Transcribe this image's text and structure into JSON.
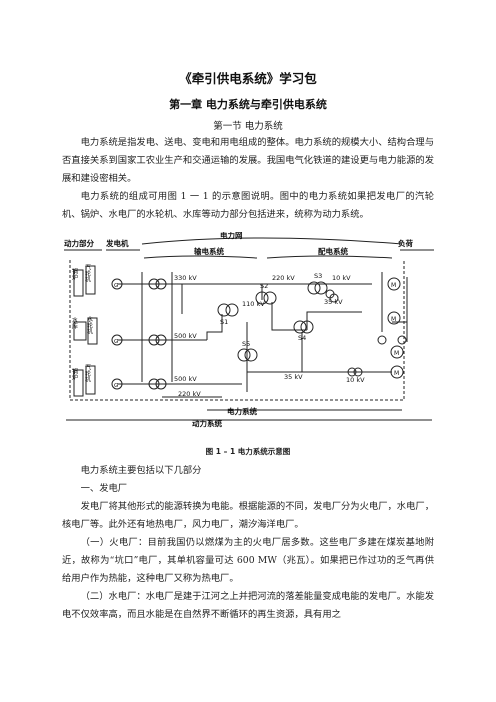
{
  "doc": {
    "title": "《牵引供电系统》学习包",
    "chapter": "第一章  电力系统与牵引供电系统",
    "section": "第一节    电力系统",
    "para1": "电力系统是指发电、送电、变电和用电组成的整体。电力系统的规模大小、结构合理与否直接关系到国家工农业生产和交通运输的发展。我国电气化铁道的建设更与电力能源的发展和建设密相关。",
    "para2": "电力系统的组成可用图 1 一 1 的示意图说明。图中的电力系统如果把发电厂的汽轮机、锅炉、水电厂的水轮机、水库等动力部分包括进来，统称为动力系统。",
    "caption": "图 1 – 1    电力系统示意图",
    "para3": "电力系统主要包括以下几部分",
    "para4": "一、发电厂",
    "para5": "发电厂将其他形式的能源转换为电能。根据能源的不同，发电厂分为火电厂，水电厂，核电厂等。此外还有地热电厂，风力电厂，潮汐海洋电厂。",
    "para6": "（一）火电厂：目前我国仍以燃煤为主的火电厂居多数。这些电厂多建在煤炭基地附近，故称为“坑口”电厂，其单机容量可达 600 MW（兆瓦）。如果把已作过功的乏气再供给用户作为热能，这种电厂又称为热电厂。",
    "para7": "（二）水电厂：水电厂是建于江河之上并把河流的落差能量变成电能的发电厂。水能发电不仅效率高，而且水能是在自然界不断循环的再生资源，具有用之"
  },
  "diagram": {
    "label_power_part": "动力部分",
    "label_generator": "发电机",
    "label_power_grid": "电力网",
    "label_load": "负荷",
    "label_transmission": "输电系统",
    "label_distribution": "配电系统",
    "label_boiler1": "锅炉",
    "label_turbine1": "汽轮机",
    "label_reservoir": "水库",
    "label_hydro_turbine": "水轮机",
    "label_boiler2": "锅炉",
    "label_turbine2": "汽轮机",
    "v330": "330 kV",
    "v220a": "220 kV",
    "v10a": "10 kV",
    "v110": "110 kV",
    "v35a": "35 kV",
    "v500a": "500 kV",
    "v35b": "35 kV",
    "v10b": "10 kV",
    "v500b": "500 kV",
    "v220b": "220 kV",
    "s1": "S1",
    "s2": "S2",
    "s3": "S3",
    "s4": "S4",
    "s5": "S5",
    "motor": "M",
    "gen": "G",
    "label_power_system": "电力系统",
    "label_dynamic_system": "动力系统"
  }
}
